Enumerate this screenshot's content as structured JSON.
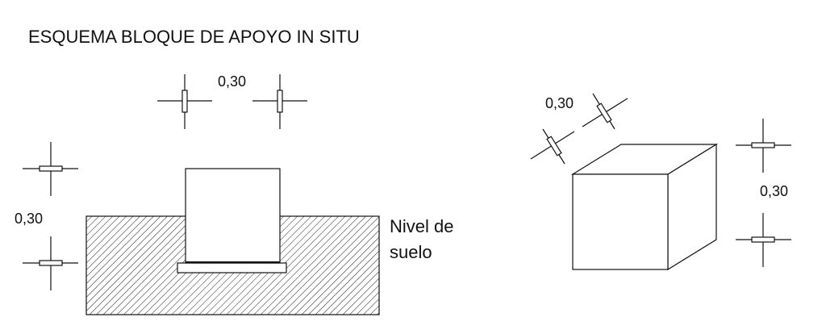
{
  "title": "ESQUEMA BLOQUE DE APOYO IN SITU",
  "section_view": {
    "dim_top": "0,30",
    "dim_left": "0,30",
    "ground_label_line1": "Nivel de",
    "ground_label_line2": "suelo"
  },
  "iso_view": {
    "dim_oblique": "0,30",
    "dim_right": "0,30"
  }
}
